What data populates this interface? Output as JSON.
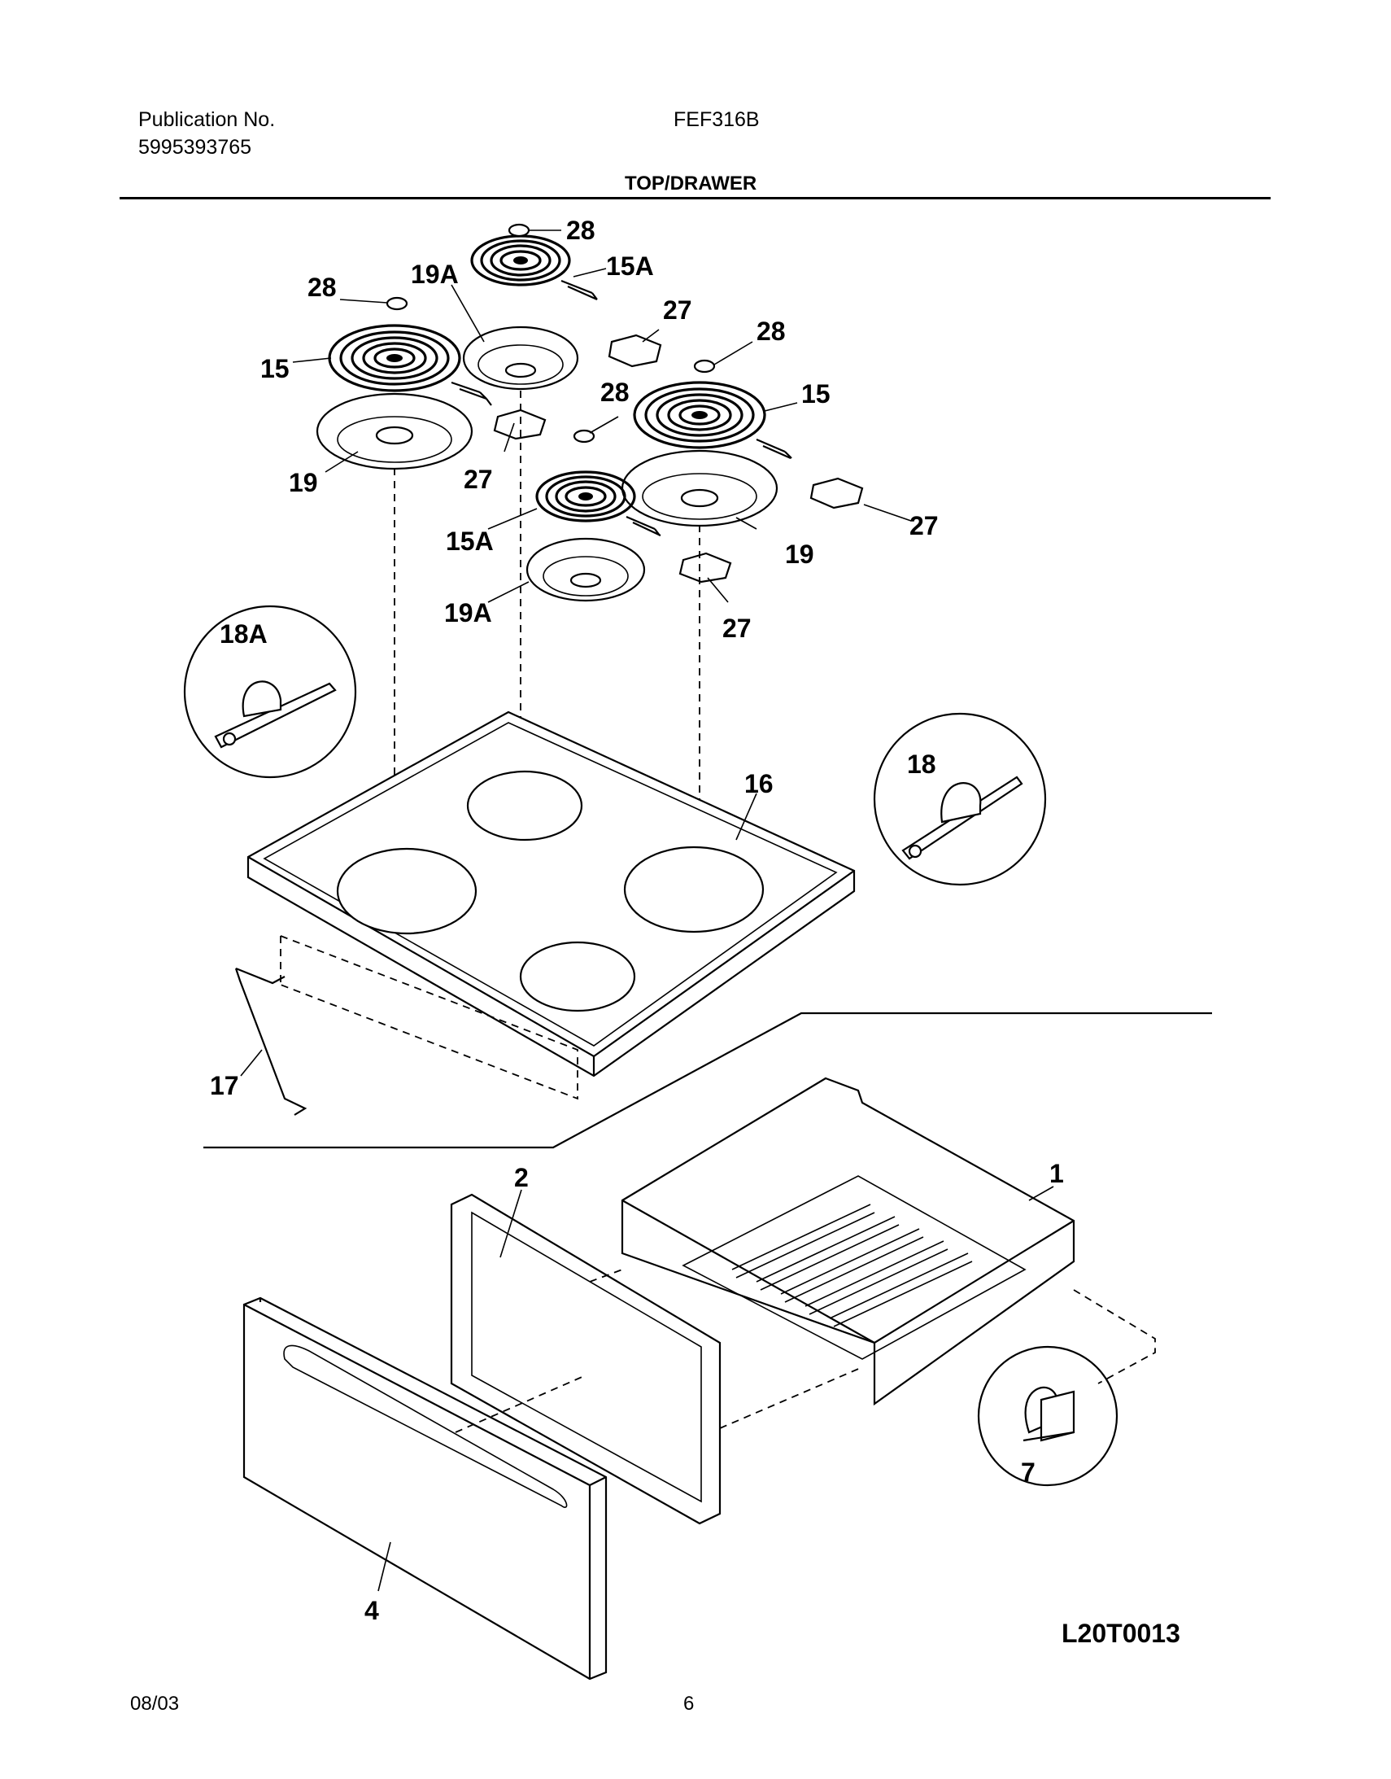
{
  "header": {
    "publication_label": "Publication No.",
    "publication_number": "5995393765",
    "model": "FEF316B",
    "section_title": "TOP/DRAWER"
  },
  "callouts": {
    "c28a": "28",
    "c28b": "28",
    "c28c": "28",
    "c28d": "28",
    "c15a_top": "15A",
    "c15a_low": "15A",
    "c19a_top": "19A",
    "c19a_low": "19A",
    "c15_left": "15",
    "c15_right": "15",
    "c19_left": "19",
    "c19_right": "19",
    "c27a": "27",
    "c27b": "27",
    "c27c": "27",
    "c27d": "27",
    "c18a": "18A",
    "c18": "18",
    "c16": "16",
    "c17": "17",
    "c2": "2",
    "c1": "1",
    "c7": "7",
    "c4": "4"
  },
  "diagram_code": "L20T0013",
  "footer": {
    "date": "08/03",
    "page": "6"
  }
}
